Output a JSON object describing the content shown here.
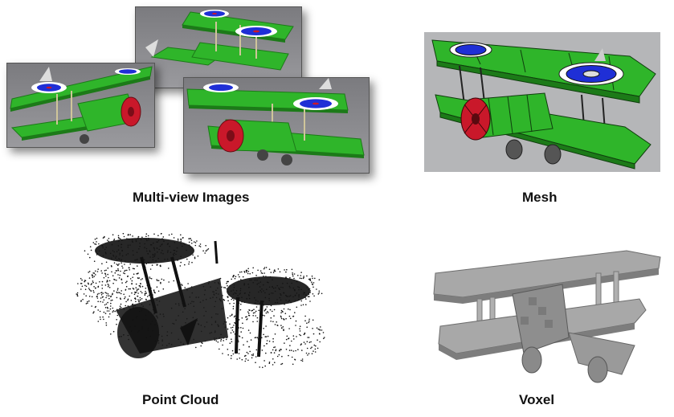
{
  "captions": {
    "multiview": "Multi-view Images",
    "mesh": "Mesh",
    "pointcloud": "Point Cloud",
    "voxel": "Voxel"
  },
  "colors": {
    "wing_green": "#2fb52a",
    "wing_dark": "#1c7a18",
    "roundel_blue": "#1f2fd6",
    "engine_red": "#c9182a",
    "view_bg": "#8c8c90",
    "mesh_bg": "#b5b6b8",
    "voxel_gray": "#9b9b9b"
  }
}
